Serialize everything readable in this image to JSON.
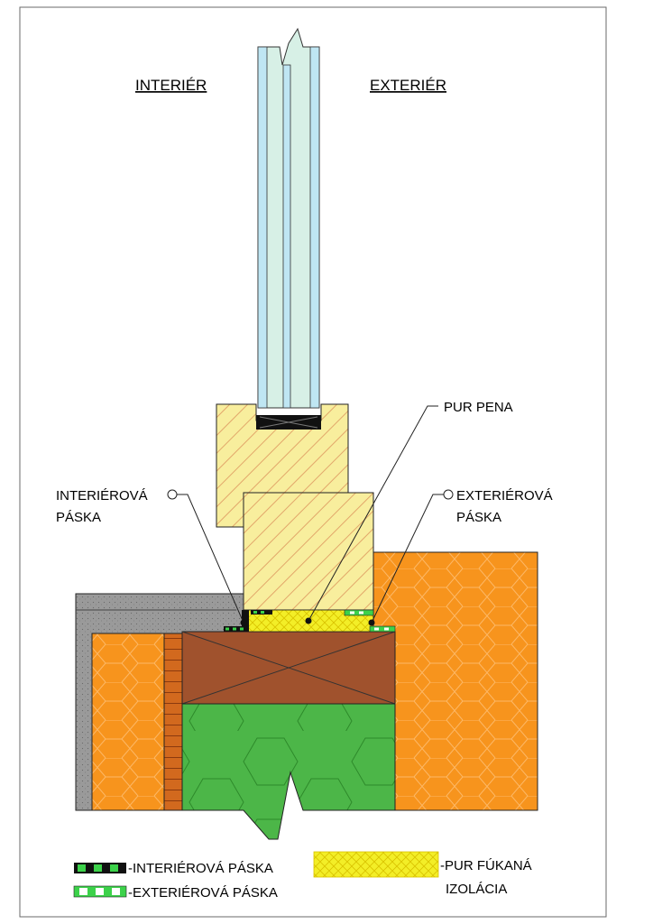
{
  "labels": {
    "interior": "INTERIÉR",
    "exterior": "EXTERIÉR",
    "pur_pena": "PUR PENA",
    "interior_tape_line1": "INTERIÉROVÁ",
    "interior_tape_line2": "PÁSKA",
    "exterior_tape_line1": "EXTERIÉROVÁ",
    "exterior_tape_line2": "PÁSKA"
  },
  "legend": {
    "interior_tape": "-INTERIÉROVÁ PÁSKA",
    "exterior_tape": "-EXTERIÉROVÁ PÁSKA",
    "pur_insulation_line1": "-PUR FÚKANÁ",
    "pur_insulation_line2": "IZOLÁCIA"
  },
  "colors": {
    "glass": "#bfe6f3",
    "glass_edge": "#6fc6e4",
    "timber": "#f8ee9d",
    "timber_hatch": "#e0b070",
    "insulation_orange": "#f7941d",
    "green_insulation": "#4cb648",
    "wood_beam": "#a0522d",
    "concrete": "#9a9a9a",
    "pur": "#f3ee27",
    "tape_green": "#3cd24a"
  }
}
